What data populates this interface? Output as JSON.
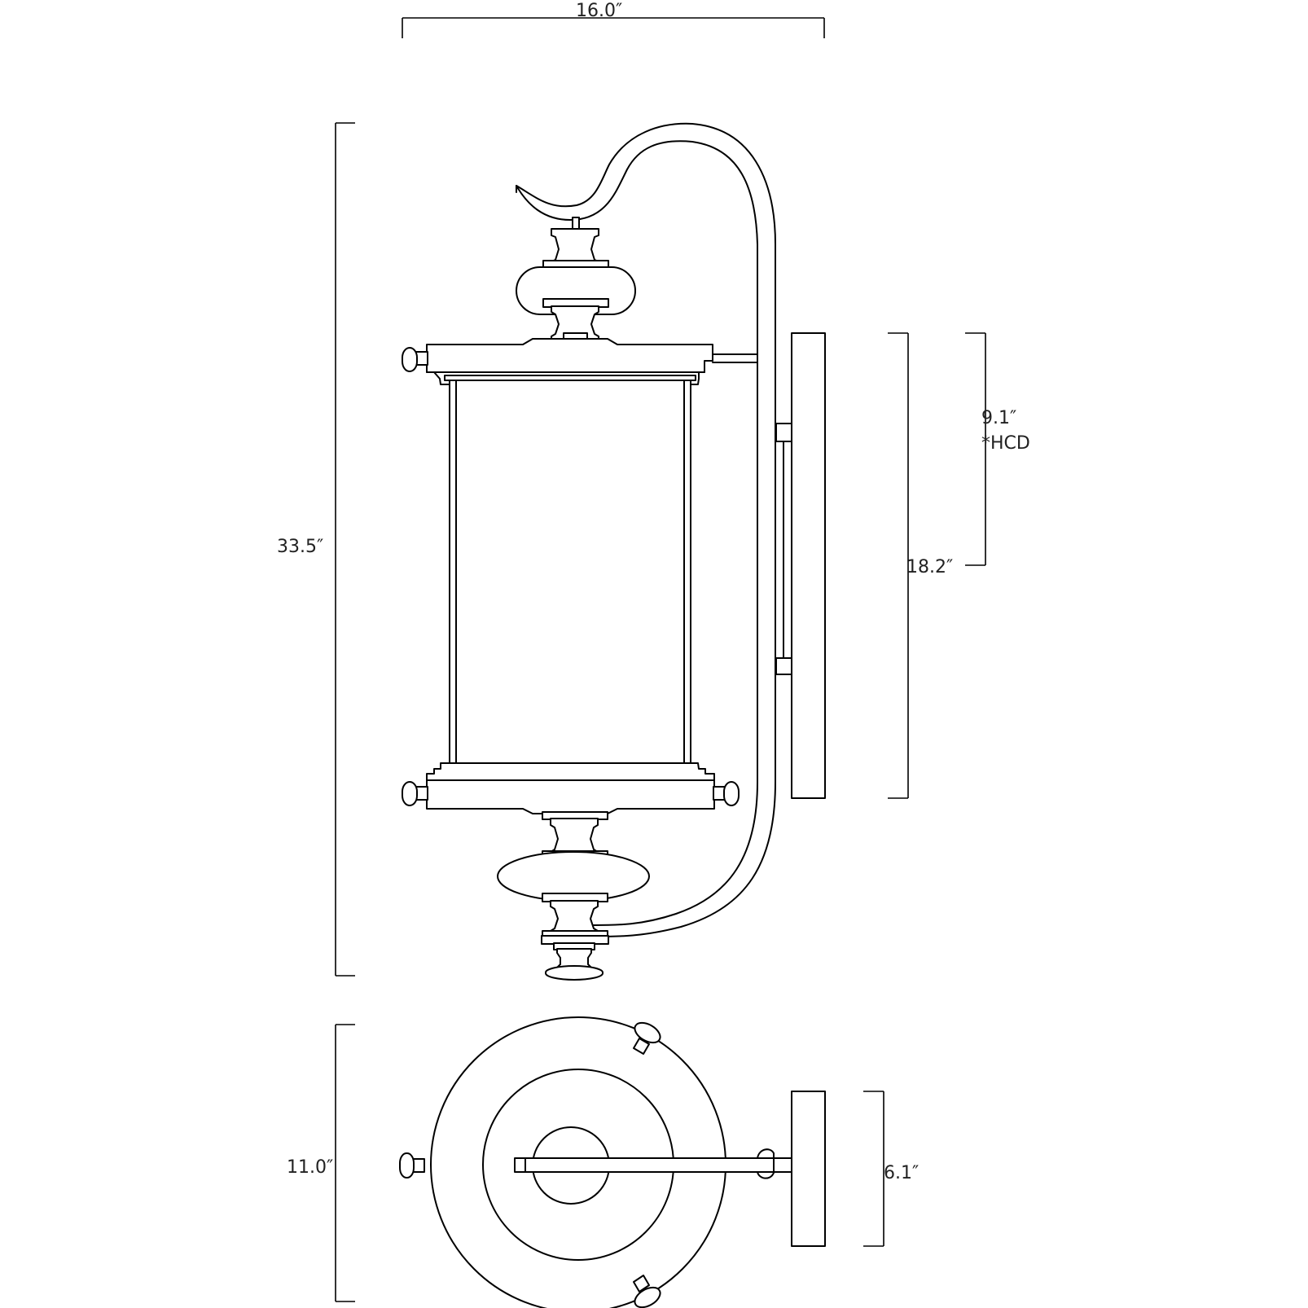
{
  "dimensions": {
    "width": "16.0″",
    "height": "33.5″",
    "backplate_height": "18.2″",
    "hcd": "9.1″",
    "hcd_label": "*HCD",
    "depth": "11.0″",
    "backplate_width": "6.1″"
  }
}
